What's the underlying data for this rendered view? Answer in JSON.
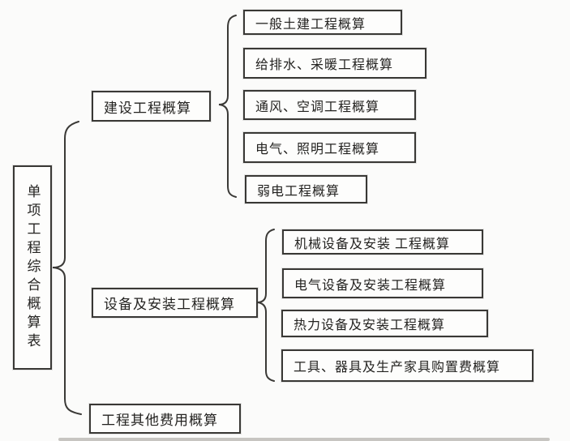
{
  "diagram": {
    "root": {
      "label": "单项工程综合概算表"
    },
    "level1": [
      {
        "label": "建设工程概算",
        "children": [
          "一般土建工程概算",
          "给排水、采暖工程概算",
          "通风、空调工程概算",
          "电气、照明工程概算",
          "弱电工程概算"
        ]
      },
      {
        "label": "设备及安装工程概算",
        "children": [
          "机械设备及安装 工程概算",
          "电气设备及安装工程概算",
          "热力设备及安装工程概算",
          "工具、器具及生产家具购置费概算"
        ]
      },
      {
        "label": "工程其他费用概算",
        "children": []
      }
    ],
    "colors": {
      "background": "#fbfbfa",
      "box_fill": "#fdfdfc",
      "box_border": "#393835",
      "text": "#242321"
    }
  }
}
